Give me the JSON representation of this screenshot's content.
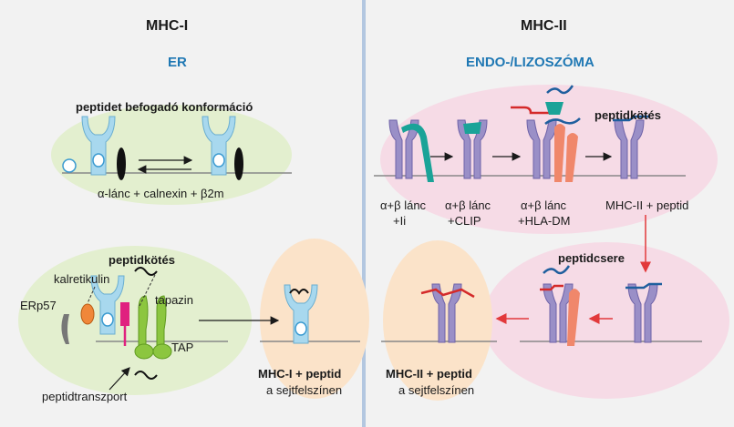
{
  "mhc1": {
    "title": "MHC-I",
    "compartment": "ER",
    "conformation_label": "peptidet befogadó konformáció",
    "complex_label": "α-lánc + calnexin + β2m",
    "binding_label": "peptidkötés",
    "kalretikulin": "kalretikulin",
    "erp57": "ERp57",
    "tapazin": "tapazin",
    "tap": "TAP",
    "transport": "peptidtranszport",
    "result_label": "MHC-I + peptid",
    "result_sub": "a sejtfelszínen"
  },
  "mhc2": {
    "title": "MHC-II",
    "compartment": "ENDO-/LIZOSZÓMA",
    "binding_label": "peptidkötés",
    "step1_a": "α+β lánc",
    "step1_b": "+Ii",
    "step2_a": "α+β lánc",
    "step2_b": "+CLIP",
    "step3_a": "α+β lánc",
    "step3_b": "+HLA-DM",
    "step4": "MHC-II + peptid",
    "exchange_label": "peptidcsere",
    "result_label": "MHC-II + peptid",
    "result_sub": "a sejtfelszínen"
  },
  "colors": {
    "green_bg": "#e3efcf",
    "pink_bg": "#f6dbe6",
    "orange_bg": "#fbe3c9",
    "mhc1_blue": "#a8d8ee",
    "mhc2_purple": "#9a8fc7",
    "teal": "#1aa398",
    "salmon": "#f0876b",
    "peptide_red": "#d42a2a",
    "peptide_blue": "#1f5f9e",
    "arrow_red": "#e2393b"
  }
}
